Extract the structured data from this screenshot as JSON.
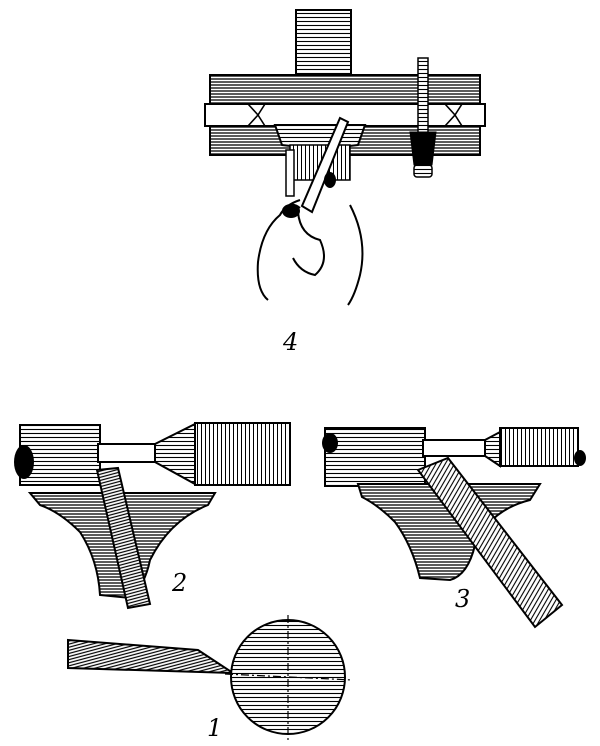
{
  "figures": {
    "fig4": {
      "label": "4"
    },
    "fig2": {
      "label": "2"
    },
    "fig3": {
      "label": "3"
    },
    "fig1": {
      "label": "1"
    }
  },
  "colors": {
    "ink": "#000000",
    "paper": "#ffffff"
  }
}
